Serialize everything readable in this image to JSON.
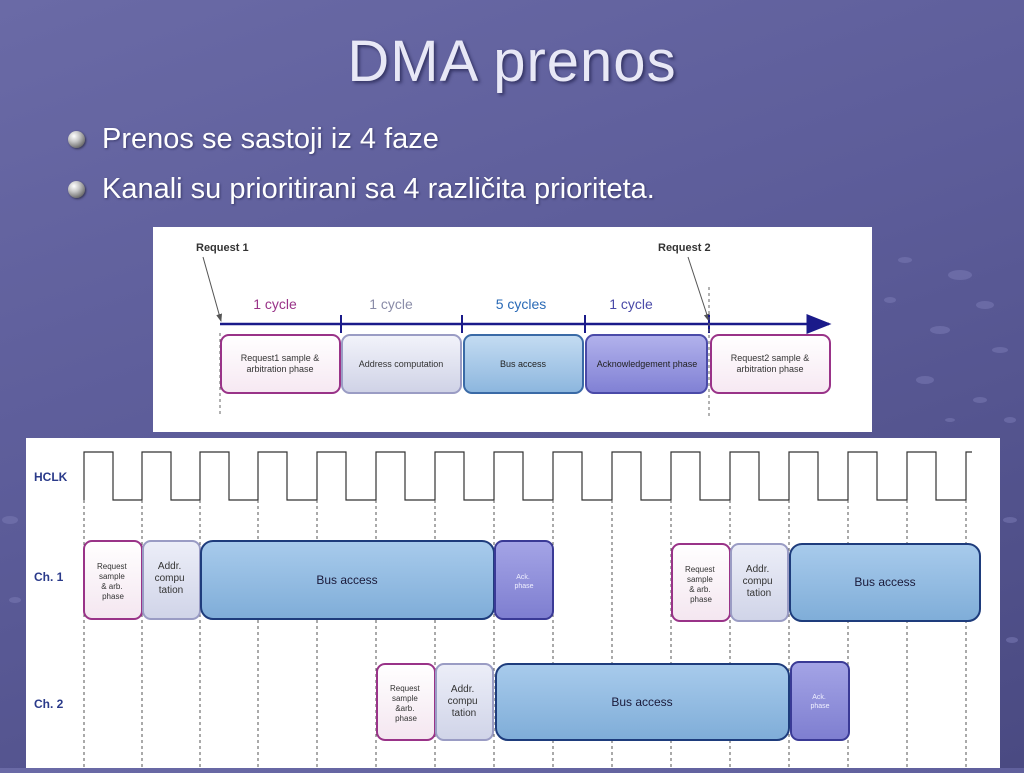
{
  "slide": {
    "title": "DMA prenos",
    "bullets": [
      "Prenos se sastoji iz 4 faze",
      "Kanali su prioritirani sa 4 različita prioriteta."
    ]
  },
  "phase_diagram": {
    "request1_label": "Request 1",
    "request2_label": "Request 2",
    "cycle_labels": [
      "1 cycle",
      "1 cycle",
      "5 cycles",
      "1 cycle"
    ],
    "phases": [
      [
        "Request1 sample &",
        "arbitration phase"
      ],
      [
        "Address computation"
      ],
      [
        "Bus access"
      ],
      [
        "Acknowledgement phase"
      ],
      [
        "Request2 sample &",
        "arbitration phase"
      ]
    ],
    "colors": {
      "request": "#993388",
      "address": "#9a9cc4",
      "bus": "#3a6aa6",
      "ack": "#4a4aa8",
      "arrow": "#1a1a8a"
    }
  },
  "timing_diagram": {
    "clock_label": "HCLK",
    "channel_labels": [
      "Ch. 1",
      "Ch. 2"
    ],
    "request_box": [
      "Request",
      "sample",
      "& arb.",
      "phase"
    ],
    "request_box_ch2": [
      "Request",
      "sample",
      "&arb.",
      "phase"
    ],
    "addr_box": [
      "Addr.",
      "compu",
      "tation"
    ],
    "ack_box": [
      "Ack.",
      "phase"
    ],
    "bus_label": "Bus access",
    "colors": {
      "label": "#2a3a8a",
      "bus_fill": "#8fb8de",
      "ack_fill": "#8a8ad8",
      "addr_fill": "#d8dcec"
    }
  }
}
